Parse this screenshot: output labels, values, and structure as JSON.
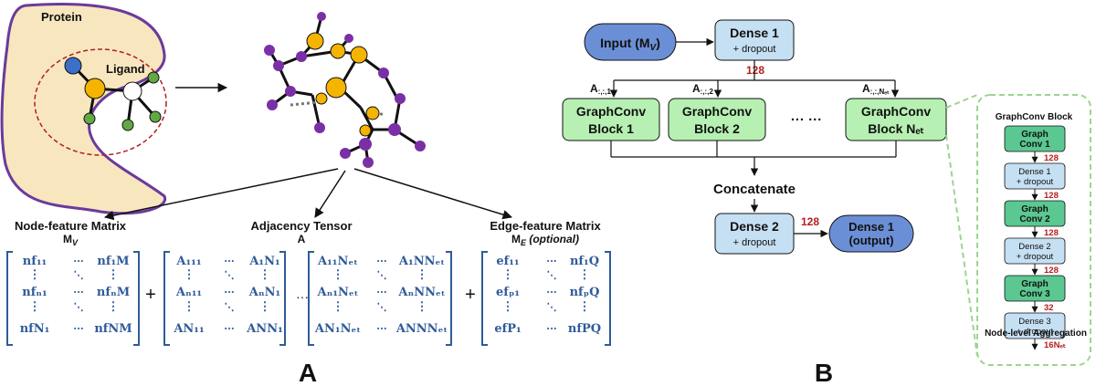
{
  "panel_a": {
    "label": "A",
    "protein_label": "Protein",
    "ligand_label": "Ligand",
    "node_feature": {
      "title": "Node-feature Matrix",
      "symbol": "M",
      "symbol_sub": "V",
      "rows": [
        [
          "nf₁₁",
          "···",
          "nf₁M"
        ],
        [
          "⋮",
          "⋱",
          "⋮"
        ],
        [
          "nfₙ₁",
          "···",
          "nfₙM"
        ],
        [
          "⋮",
          "⋱",
          "⋮"
        ],
        [
          "nfN₁",
          "···",
          "nfNM"
        ]
      ]
    },
    "adjacency": {
      "title": "Adjacency Tensor",
      "symbol": "A",
      "left_rows": [
        [
          "A₁₁₁",
          "···",
          "A₁N₁"
        ],
        [
          "⋮",
          "⋱",
          "⋮"
        ],
        [
          "Aₙ₁₁",
          "···",
          "AₙN₁"
        ],
        [
          "⋮",
          "⋱",
          "⋮"
        ],
        [
          "AN₁₁",
          "···",
          "ANN₁"
        ]
      ],
      "right_rows": [
        [
          "A₁₁Nₑₜ",
          "···",
          "A₁NNₑₜ"
        ],
        [
          "⋮",
          "⋱",
          "⋮"
        ],
        [
          "Aₙ₁Nₑₜ",
          "···",
          "AₙNNₑₜ"
        ],
        [
          "⋮",
          "⋱",
          "⋮"
        ],
        [
          "AN₁Nₑₜ",
          "···",
          "ANNNₑₜ"
        ]
      ],
      "separator": "···"
    },
    "edge_feature": {
      "title": "Edge-feature Matrix",
      "symbol": "M",
      "symbol_sub": "E",
      "optional": "(optional)",
      "rows": [
        [
          "ef₁₁",
          "···",
          "nf₁Q"
        ],
        [
          "⋮",
          "⋱",
          "⋮"
        ],
        [
          "efₚ₁",
          "···",
          "nfₚQ"
        ],
        [
          "⋮",
          "⋱",
          "⋮"
        ],
        [
          "efP₁",
          "···",
          "nfPQ"
        ]
      ]
    },
    "plus_1": "+",
    "plus_2": "+"
  },
  "panel_b": {
    "label": "B",
    "input": "Input (M",
    "input_sub": "V",
    "input_close": ")",
    "dense1_title": "Dense 1",
    "dense1_sub": "+ dropout",
    "dim_128": "128",
    "branch_labels": [
      "A",
      "A",
      "A"
    ],
    "branch_subs": [
      ":,:,1",
      ":,:,2",
      ":,:,Nₑₜ"
    ],
    "block1": [
      "GraphConv",
      "Block 1"
    ],
    "block2": [
      "GraphConv",
      "Block 2"
    ],
    "block_ellipsis": "··· ···",
    "block_n": [
      "GraphConv",
      "Block Nₑₜ"
    ],
    "concatenate": "Concatenate",
    "dense2_title": "Dense 2",
    "dense2_sub": "+ dropout",
    "dense2_out_dim": "128",
    "output_title": "Dense 1",
    "output_sub": "(output)",
    "inset": {
      "title": "GraphConv Block",
      "items": [
        {
          "kind": "gc",
          "lines": [
            "Graph",
            "Conv 1"
          ],
          "dim": "128"
        },
        {
          "kind": "dense",
          "lines": [
            "Dense 1",
            "+ dropout"
          ],
          "dim": "128"
        },
        {
          "kind": "gc",
          "lines": [
            "Graph",
            "Conv 2"
          ],
          "dim": "128"
        },
        {
          "kind": "dense",
          "lines": [
            "Dense 2",
            "+ dropout"
          ],
          "dim": "128"
        },
        {
          "kind": "gc",
          "lines": [
            "Graph",
            "Conv 3"
          ],
          "dim": "32"
        },
        {
          "kind": "dense",
          "lines": [
            "Dense 3",
            "+ dropout"
          ],
          "dim": "16Nₑₜ"
        }
      ],
      "aggregation": "Node-level Aggregation"
    }
  },
  "colors": {
    "protein_fill": "#f8e6bf",
    "protein_stroke": "#6a3a9c",
    "ligand_ring": "#b02020",
    "atom_blue": "#3b6fc9",
    "atom_yellow": "#f4b400",
    "atom_green": "#62a944",
    "atom_purple": "#7b2fa6",
    "dense_fill": "#c5dff3",
    "input_fill": "#6b8fd6",
    "graphconv_fill": "#b6f0b2",
    "gc_inset_fill": "#5bc791",
    "dim_red": "#b41e1e",
    "inset_border": "#9ad68f",
    "matrix_text": "#2f5b9a"
  }
}
